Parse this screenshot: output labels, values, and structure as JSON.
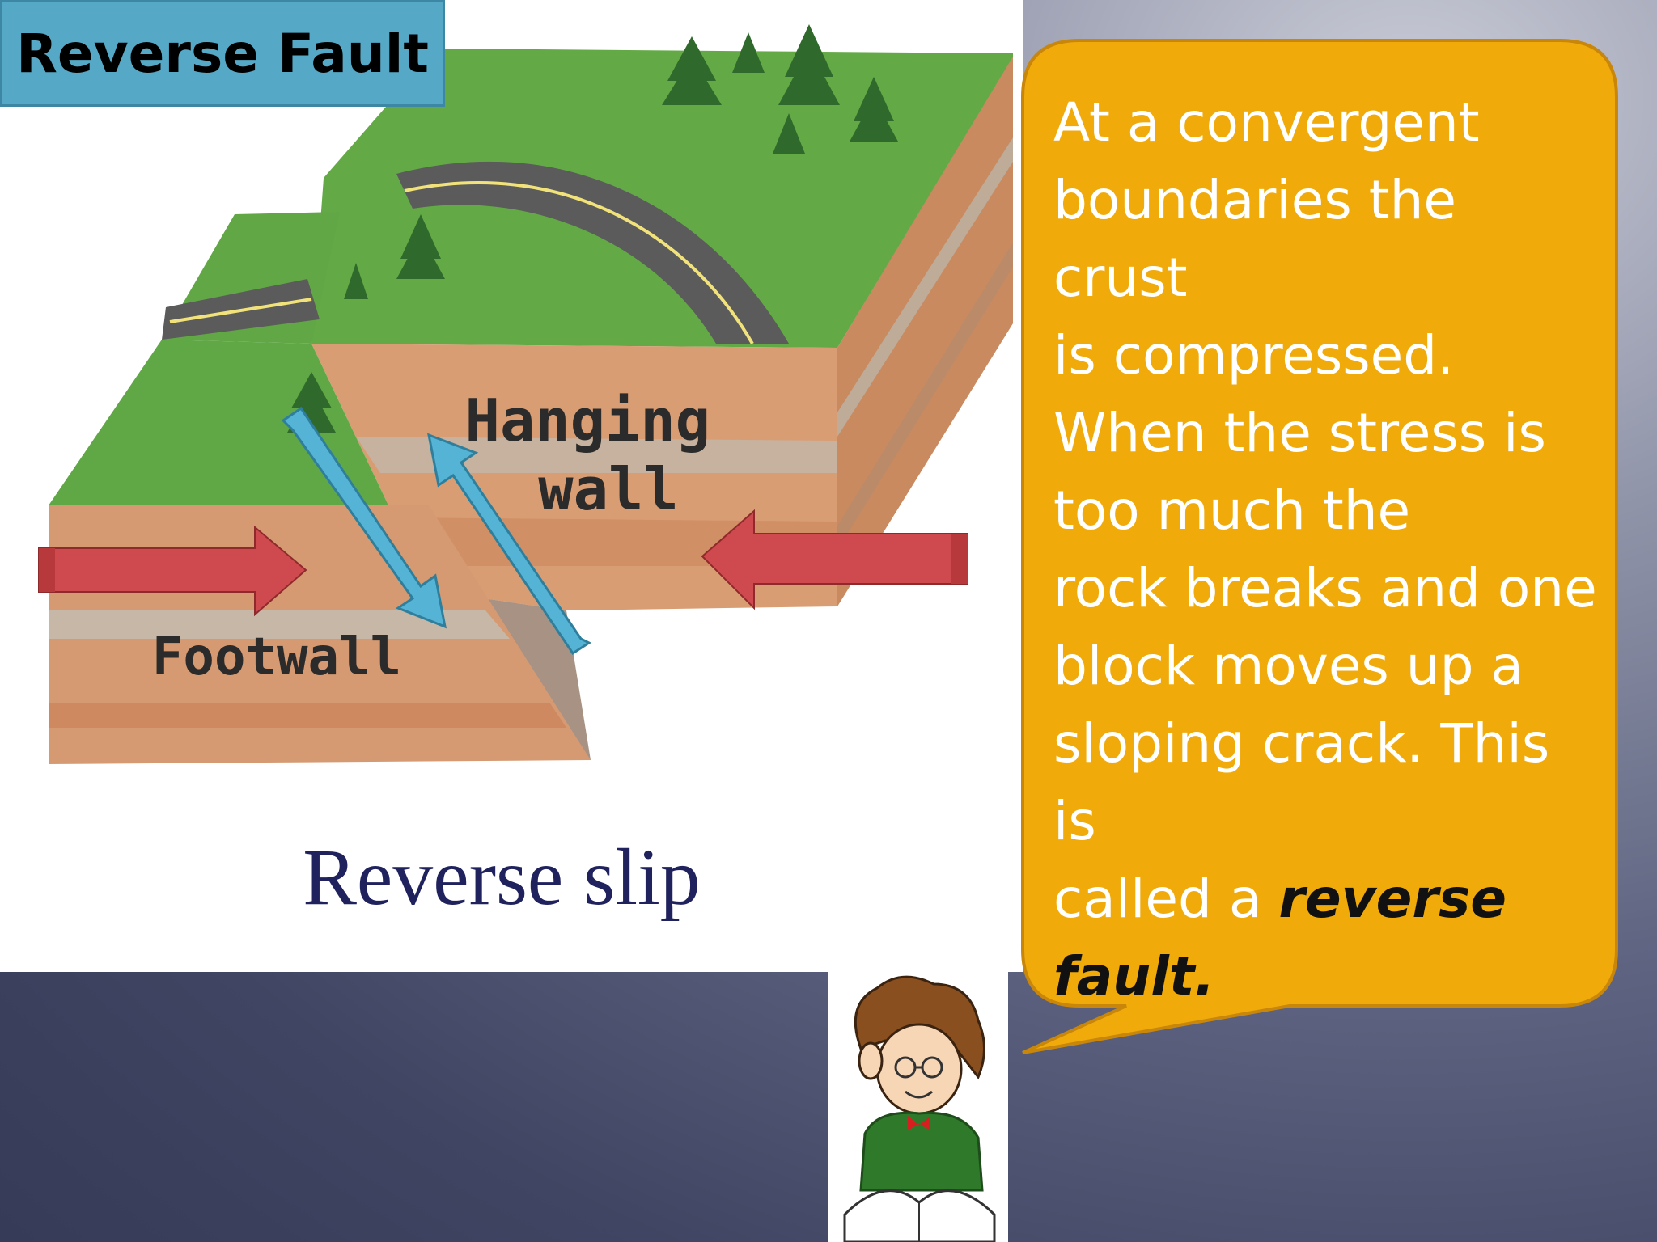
{
  "slide": {
    "title": "Reverse Fault",
    "colors": {
      "title_bg": "#56a9c6",
      "callout_bg": "#f0aa0a",
      "callout_border": "#c8860a",
      "compression_arrow": "#cf4a4e",
      "slip_arrow": "#55b4d6",
      "grass": "#5fa845",
      "rock": "#d59a72",
      "road": "#5a5a5a"
    }
  },
  "diagram": {
    "hanging_wall_label": "Hanging\nwall",
    "footwall_label": "Footwall",
    "caption": "Reverse slip"
  },
  "callout": {
    "text": "At a convergent\nboundaries the crust\nis compressed.\nWhen the stress is\ntoo much the\nrock breaks and one\nblock moves up a\nsloping crack.  This is\ncalled a ",
    "emphasis": "reverse\nfault."
  },
  "icons": {
    "compression": "red-arrow-icon",
    "slip": "blue-arrow-icon",
    "tree": "pine-tree-icon",
    "narrator": "professor-cartoon-icon"
  }
}
